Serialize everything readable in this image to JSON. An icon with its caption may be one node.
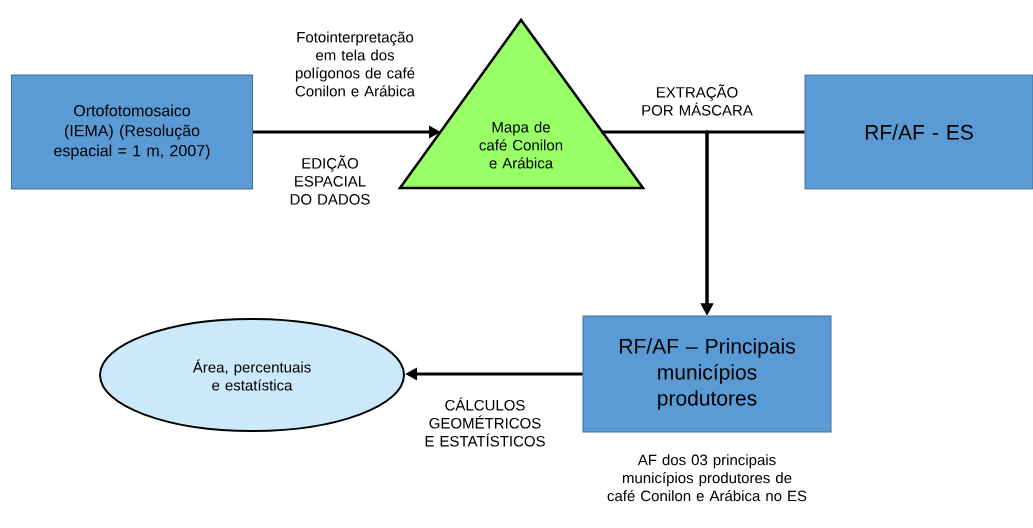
{
  "diagram": {
    "nodes": [
      {
        "text": [
          "Ortofotomosaico (IEMA) (Resolução espacial = 1 m, 2007)"
        ]
      },
      {
        "text": [
          "Mapa de café Conilon e Arábica"
        ]
      },
      {
        "text": [
          "RF/AF - ES"
        ]
      },
      {
        "text": [
          "RF/AF – Principais municípios produtores"
        ],
        "beside": [
          "AF dos 03 principais municípios produtores de café Conilon e Arábica no ES"
        ]
      },
      {
        "text": [
          "Área, percentuais e estatística"
        ]
      }
    ],
    "edges": [
      {
        "from": 0,
        "to": 1,
        "arrow": "to",
        "label": "Fotointerpretação em tela dos polígonos de café Conilon e Arábica"
      },
      {
        "from": 1,
        "to": 3,
        "arrow": "to",
        "label": "EXTRAÇÃO POR MÁSCARA"
      },
      {
        "from": 2,
        "to": 3,
        "arrow": "to"
      },
      {
        "from": 3,
        "to": 4,
        "arrow": "to",
        "label": "CÁLCULOS GEOMÉTRICOS E ESTATÍSTICOS"
      }
    ],
    "labels": [
      "EDIÇÃO ESPACIAL DO DADOS"
    ]
  }
}
